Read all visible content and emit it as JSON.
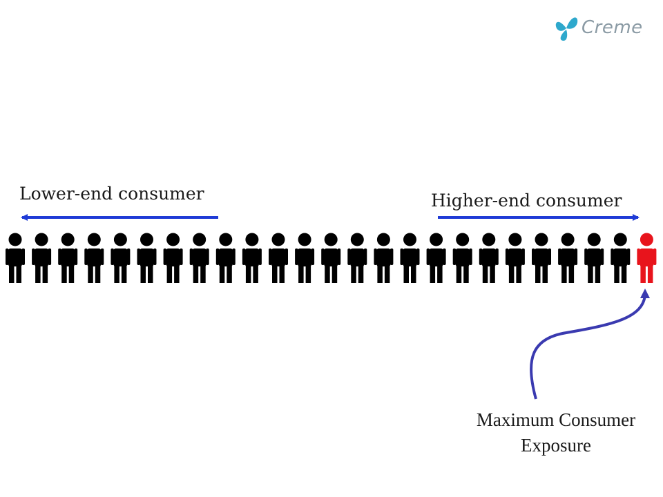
{
  "logo": {
    "text": "Creme",
    "icon": "butterfly-icon",
    "color": "#2ea8cc"
  },
  "labels": {
    "lower": "Lower-end consumer",
    "higher": "Higher-end consumer",
    "max_line1": "Maximum  Consumer",
    "max_line2": "Exposure"
  },
  "people": {
    "count": 25,
    "default_color": "#000000",
    "highlight_index": 24,
    "highlight_color": "#e8141c"
  },
  "colors": {
    "arrow": "#1f3bd6",
    "curve": "#3a3ab0"
  }
}
